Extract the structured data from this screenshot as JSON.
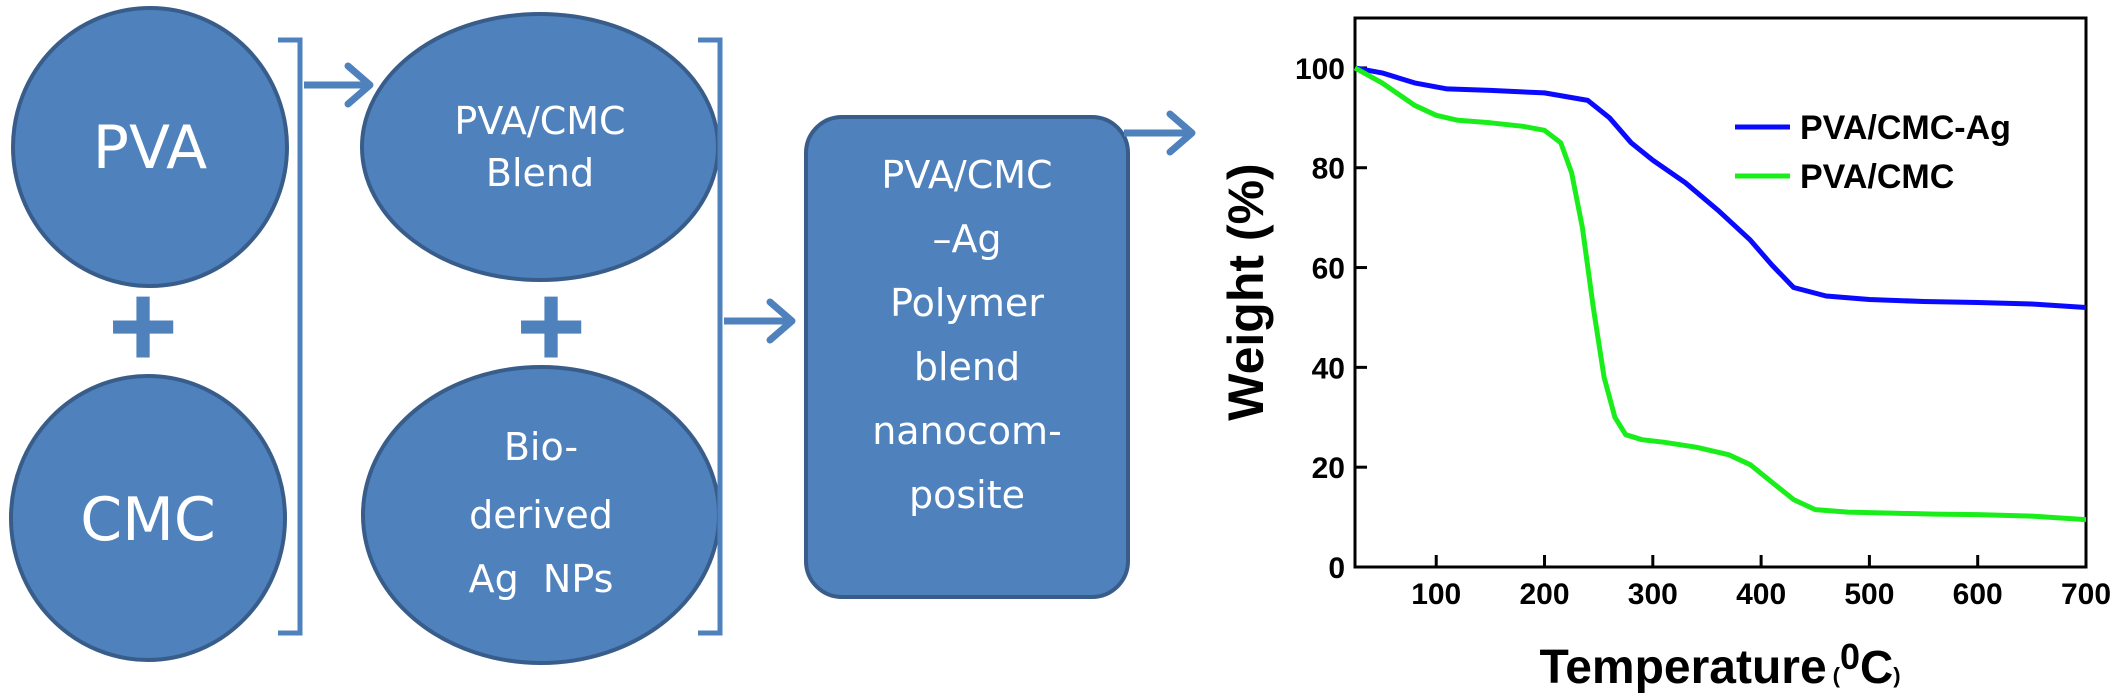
{
  "flow": {
    "pva": "PVA",
    "cmc": "CMC",
    "blend_line1": "PVA/CMC",
    "blend_line2": "Blend",
    "bio_line1": "Bio-",
    "bio_line2": "derived",
    "bio_line3": "Ag  NPs",
    "product_lines": [
      "PVA/CMC",
      "–Ag",
      "Polymer",
      "blend",
      "nanocom-",
      "posite"
    ],
    "plus_symbol": "+",
    "shape_fill": "#4f81bd",
    "shape_stroke": "#385d8a",
    "connector_color": "#4f81bd"
  },
  "chart_data": {
    "type": "line",
    "xlabel": "Temperature",
    "xlabel_unit_pre": "(",
    "xlabel_unit_sup": "0",
    "xlabel_unit_main": "C",
    "xlabel_unit_post": ")",
    "ylabel": "Weight (%)",
    "xlim": [
      25,
      700
    ],
    "ylim": [
      0,
      110
    ],
    "x_ticks": [
      100,
      200,
      300,
      400,
      500,
      600,
      700
    ],
    "y_ticks": [
      0,
      20,
      40,
      60,
      80,
      100
    ],
    "legend_position": "top-right",
    "series": [
      {
        "name": "PVA/CMC-Ag",
        "color": "#0a0aff",
        "x": [
          25,
          50,
          80,
          110,
          150,
          200,
          240,
          260,
          280,
          300,
          330,
          360,
          390,
          410,
          430,
          460,
          500,
          550,
          600,
          650,
          700
        ],
        "y": [
          100,
          99,
          97,
          95.8,
          95.5,
          95,
          93.5,
          90,
          85,
          81.5,
          77,
          71.5,
          65.5,
          60.5,
          56,
          54.3,
          53.6,
          53.2,
          53,
          52.7,
          52
        ]
      },
      {
        "name": "PVA/CMC",
        "color": "#1aee1a",
        "x": [
          25,
          50,
          80,
          100,
          120,
          150,
          180,
          200,
          215,
          225,
          235,
          245,
          255,
          265,
          275,
          290,
          310,
          340,
          370,
          390,
          410,
          430,
          450,
          480,
          520,
          560,
          600,
          650,
          700
        ],
        "y": [
          100,
          97,
          92.5,
          90.5,
          89.5,
          89,
          88.3,
          87.5,
          85,
          79,
          68,
          52,
          38,
          30,
          26.5,
          25.5,
          25,
          24,
          22.5,
          20.5,
          17,
          13.5,
          11.5,
          11,
          10.8,
          10.6,
          10.5,
          10.2,
          9.5
        ]
      }
    ]
  }
}
